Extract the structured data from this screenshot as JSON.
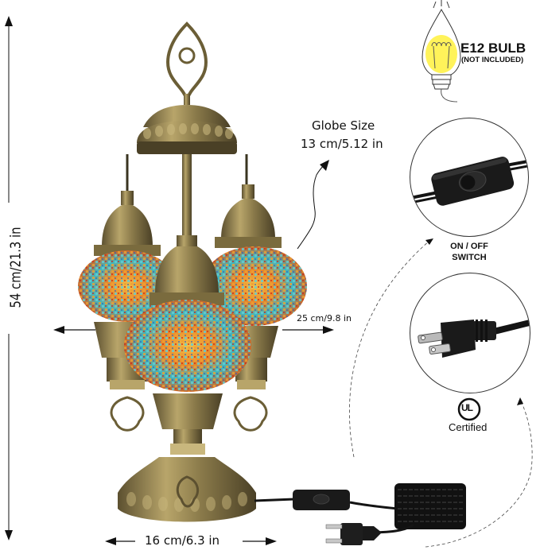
{
  "dimensions": {
    "height": "54 cm/21.3 in",
    "width": "25 cm/9.8 in",
    "base": "16 cm/6.3 in",
    "globe_title": "Globe Size",
    "globe_size": "13 cm/5.12 in"
  },
  "bulb": {
    "title": "E12 BULB",
    "note": "(NOT INCLUDED)",
    "icon": "light-bulb-icon"
  },
  "callouts": {
    "switch": {
      "line1": "ON / OFF",
      "line2": "SWITCH",
      "icon": "toggle-switch-icon"
    },
    "plug": {
      "icon": "power-plug-icon"
    },
    "certification": {
      "mark": "UL",
      "label": "Certified",
      "icon": "ul-logo-icon"
    }
  },
  "colors": {
    "brass": "#8a7a4a",
    "brass_dark": "#5c5030",
    "glass_teal": "#3fb8c0",
    "glass_orange": "#e8862a",
    "glass_red": "#c8281e",
    "bulb_yellow": "#fff35a",
    "cable": "#141414"
  }
}
